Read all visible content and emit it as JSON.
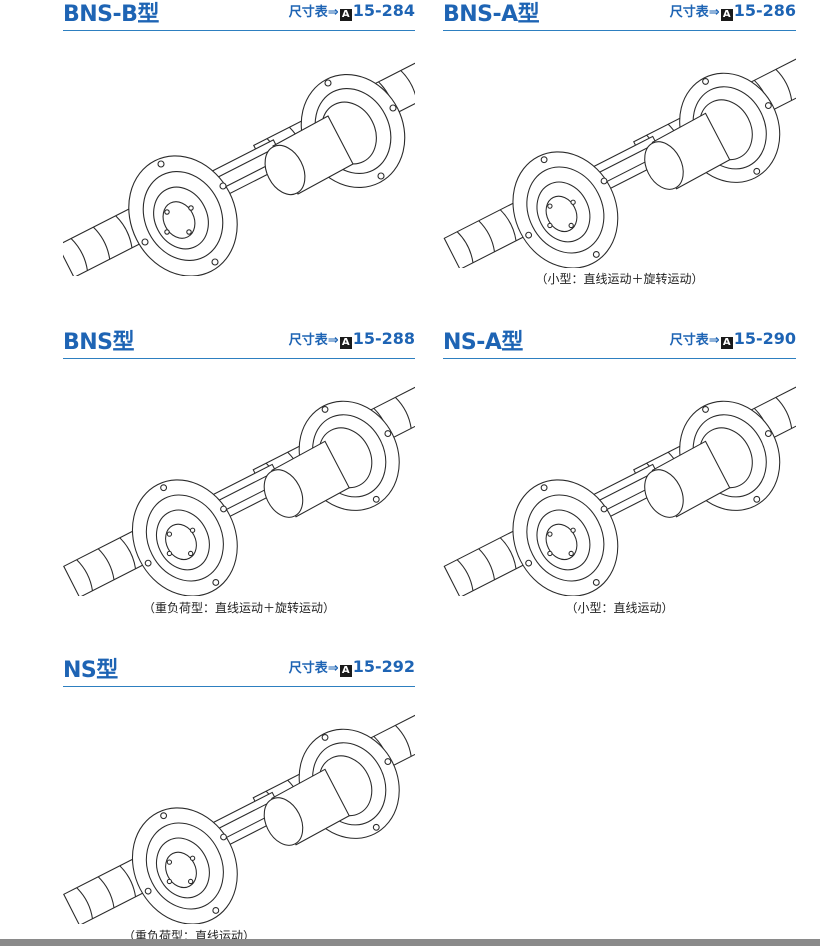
{
  "ref_prefix": "尺寸表⇒",
  "ref_mark": "A",
  "panels": [
    {
      "title": "BNS-B型",
      "ref_number": "15-284",
      "caption": ""
    },
    {
      "title": "BNS-A型",
      "ref_number": "15-286",
      "caption": "（小型：直线运动＋旋转运动）"
    },
    {
      "title": "BNS型",
      "ref_number": "15-288",
      "caption": "（重负荷型：直线运动＋旋转运动）"
    },
    {
      "title": "NS-A型",
      "ref_number": "15-290",
      "caption": "（小型：直线运动）"
    },
    {
      "title": "NS型",
      "ref_number": "15-292",
      "caption": "（重负荷型：直线运动）"
    }
  ],
  "colors": {
    "accent": "#1e64b4",
    "rule": "#2d7fc0",
    "line_art": "#2a2a2a",
    "footer": "#8a8a8a"
  }
}
